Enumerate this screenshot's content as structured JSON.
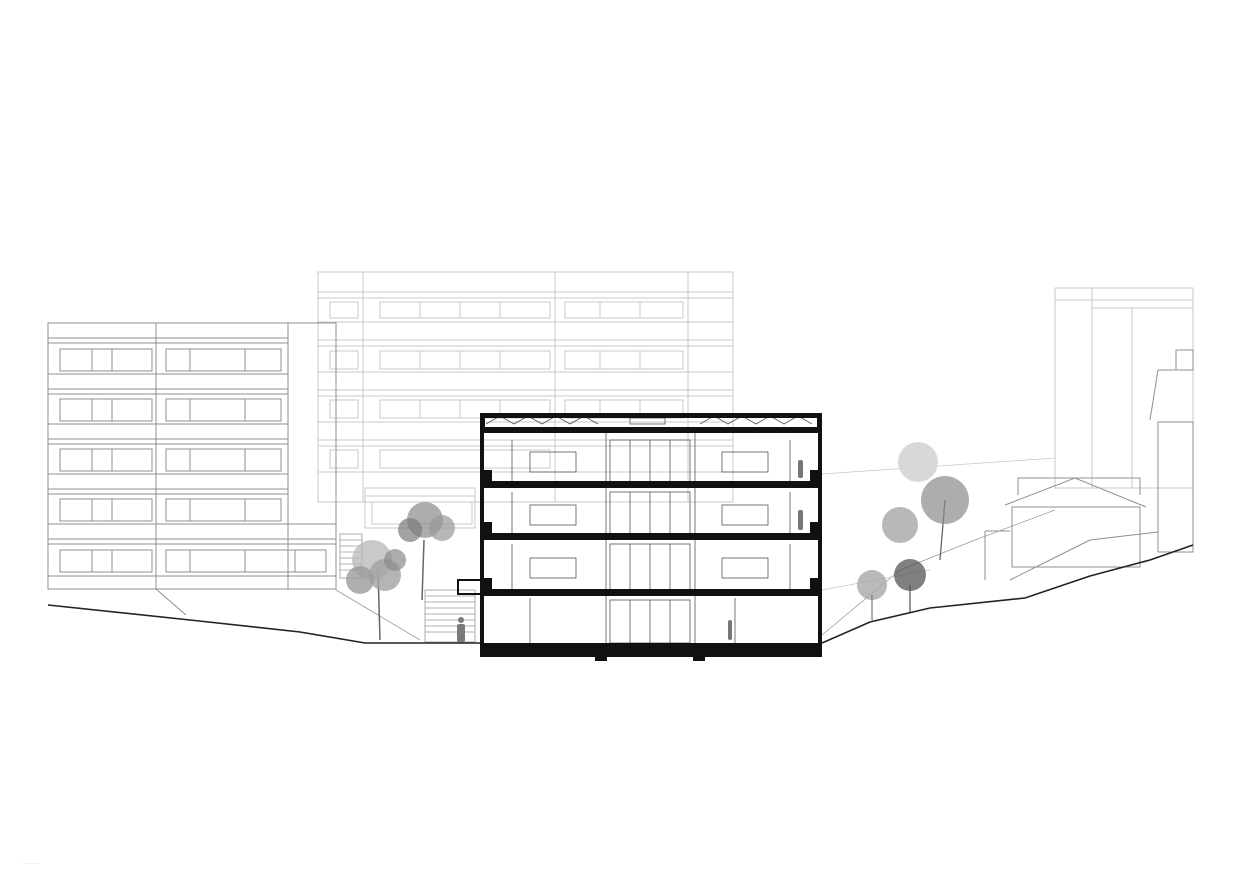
{
  "drawing": {
    "type": "architectural-section-elevation",
    "colors": {
      "background": "#ffffff",
      "section_cut": "#111111",
      "background_buildings": "#9a9a9a",
      "far_buildings": "#c9c9c9",
      "trees": "#6f6f6f",
      "trees_far": "#b5b5b5",
      "terrain": "#222222"
    },
    "main_building": {
      "floors": 4,
      "bays": 3
    },
    "footer_note": "………"
  }
}
